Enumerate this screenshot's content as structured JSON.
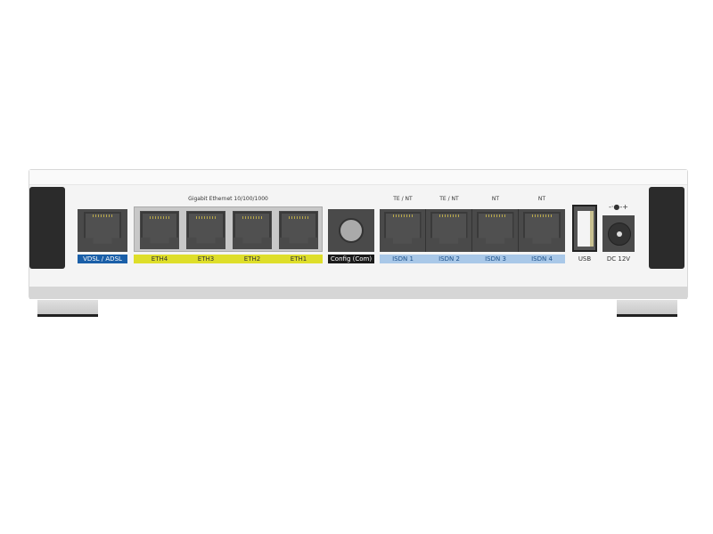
{
  "group_label": "Gigabit Ethernet 10/100/1000",
  "ports": {
    "vdsl": "VDSL / ADSL",
    "eth": [
      "ETH4",
      "ETH3",
      "ETH2",
      "ETH1"
    ],
    "config": "Config (Com)",
    "isdn": [
      "ISDN 1",
      "ISDN 2",
      "ISDN 3",
      "ISDN 4"
    ],
    "isdn_modes": [
      "TE / NT",
      "TE / NT",
      "NT",
      "NT"
    ],
    "usb": "USB",
    "dc": "DC 12V"
  },
  "colors": {
    "vdsl": "#1a5fa8",
    "eth": "#dede2a",
    "config": "#1a1a1a",
    "isdn": "#a9c8e8"
  }
}
